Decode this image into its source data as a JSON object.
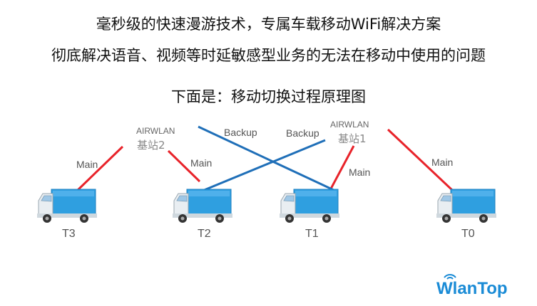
{
  "text": {
    "line1": "毫秒级的快速漫游技术，专属车载移动WiFi解决方案",
    "line2": "彻底解决语音、视频等时延敏感型业务的无法在移动中使用的问题",
    "line3": "下面是：移动切换过程原理图"
  },
  "stations": [
    {
      "id": "s2",
      "en": "AIRWLAN",
      "cn": "基站2"
    },
    {
      "id": "s1",
      "en": "AIRWLAN",
      "cn": "基站1"
    }
  ],
  "trucks": [
    {
      "id": "T3",
      "label": "T3"
    },
    {
      "id": "T2",
      "label": "T2"
    },
    {
      "id": "T1",
      "label": "T1"
    },
    {
      "id": "T0",
      "label": "T0"
    }
  ],
  "links": {
    "main_label": "Main",
    "backup_label": "Backup"
  },
  "colors": {
    "main": "#e8232a",
    "backup": "#1f6fb8",
    "truck_body": "#2f9fe0",
    "truck_cab": "#e9eef2",
    "brand": "#1a8bd6"
  },
  "logo": {
    "text": "WlanTop"
  }
}
